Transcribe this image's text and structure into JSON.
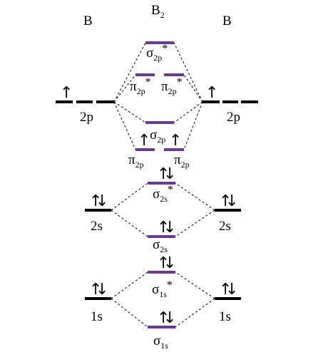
{
  "title": "B",
  "title_subscript": "2",
  "atom_left_label": "B",
  "atom_right_label": "B",
  "colors": {
    "atomic_level": "#000000",
    "molecular_level": "#6b3a8e",
    "dash": "#000000",
    "text": "#000000"
  },
  "arrow_glyphs": {
    "up": "↑",
    "down": "↓"
  },
  "atomic_levels": {
    "left_2p": {
      "label": "2p",
      "electrons": [
        "up"
      ]
    },
    "right_2p": {
      "label": "2p",
      "electrons": [
        "up"
      ]
    },
    "left_2s": {
      "label": "2s",
      "electrons": [
        "up",
        "down"
      ]
    },
    "right_2s": {
      "label": "2s",
      "electrons": [
        "up",
        "down"
      ]
    },
    "left_1s": {
      "label": "1s",
      "electrons": [
        "up",
        "down"
      ]
    },
    "right_1s": {
      "label": "1s",
      "electrons": [
        "up",
        "down"
      ]
    }
  },
  "molecular_orbitals": {
    "sigma_2p_star": {
      "symbol": "σ",
      "subscript": "2p",
      "star": "*",
      "electrons": []
    },
    "pi_2p_star_left": {
      "symbol": "π",
      "subscript": "2p",
      "star": "*",
      "electrons": []
    },
    "pi_2p_star_right": {
      "symbol": "π",
      "subscript": "2p",
      "star": "*",
      "electrons": []
    },
    "sigma_2p": {
      "symbol": "σ",
      "subscript": "2p",
      "star": "",
      "electrons": []
    },
    "pi_2p_left": {
      "symbol": "π",
      "subscript": "2p",
      "star": "",
      "electrons": [
        "up"
      ]
    },
    "pi_2p_right": {
      "symbol": "π",
      "subscript": "2p",
      "star": "",
      "electrons": [
        "up"
      ]
    },
    "sigma_2s_star": {
      "symbol": "σ",
      "subscript": "2s",
      "star": "*",
      "electrons": [
        "up",
        "down"
      ]
    },
    "sigma_2s": {
      "symbol": "σ",
      "subscript": "2s",
      "star": "",
      "electrons": [
        "up",
        "down"
      ]
    },
    "sigma_1s_star": {
      "symbol": "σ",
      "subscript": "1s",
      "star": "*",
      "electrons": [
        "up",
        "down"
      ]
    },
    "sigma_1s": {
      "symbol": "σ",
      "subscript": "1s",
      "star": "",
      "electrons": [
        "up",
        "down"
      ]
    }
  }
}
